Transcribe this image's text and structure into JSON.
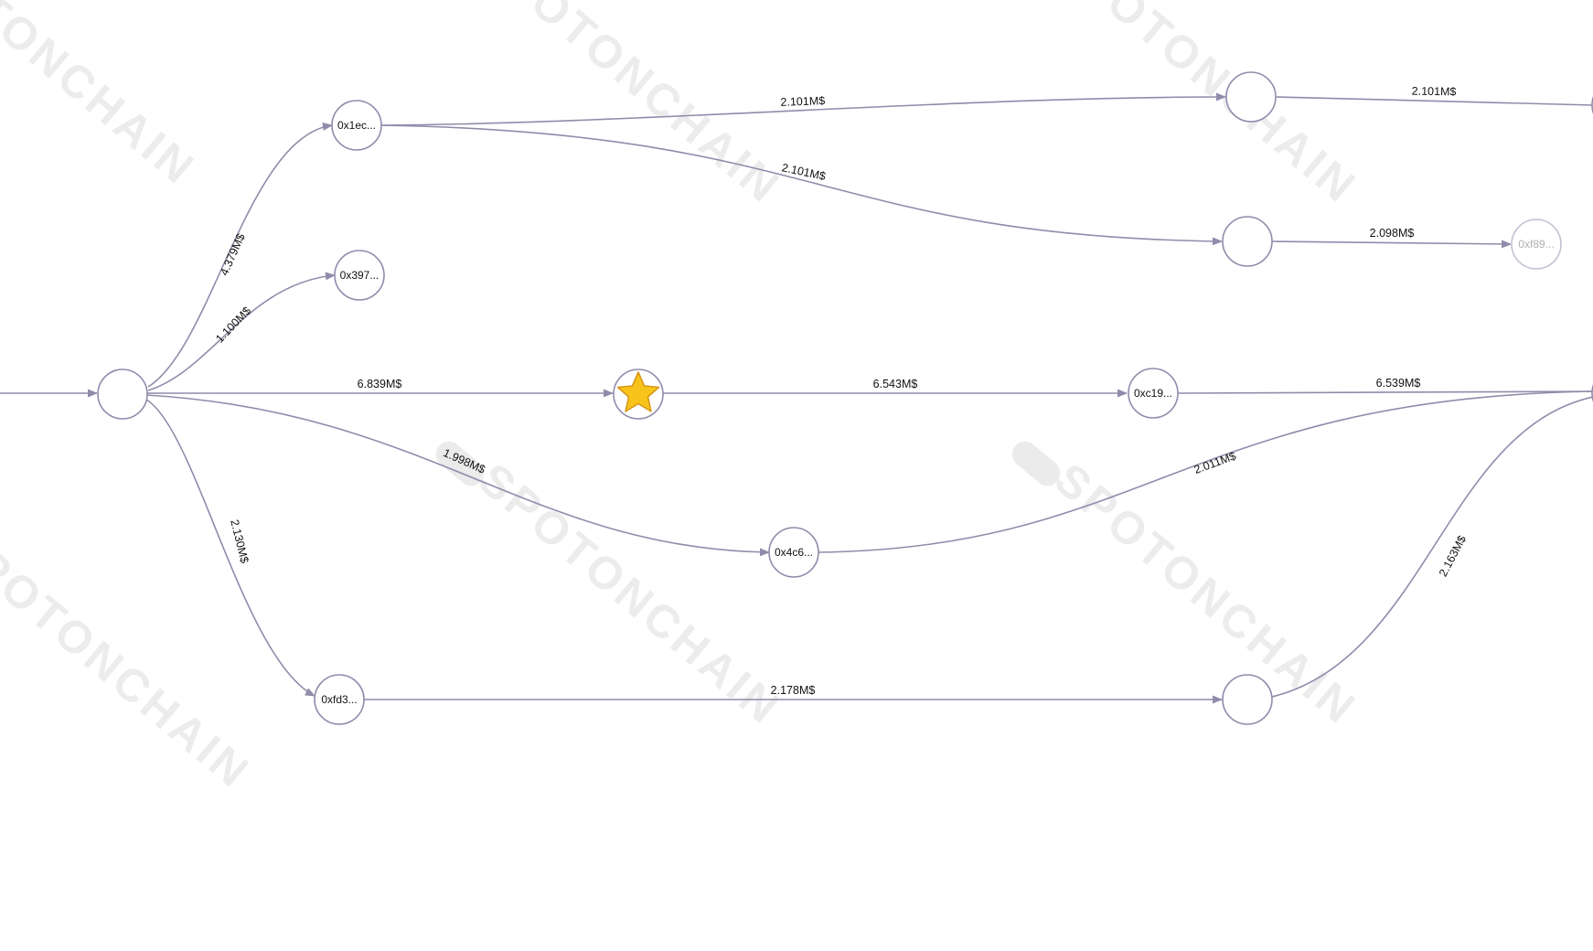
{
  "watermark": {
    "text": "SPOTONCHAIN"
  },
  "colors": {
    "edge": "#8f8cab",
    "node_stroke": "#8f8cab",
    "star_fill": "#f8c41b",
    "star_stroke": "#d8961a"
  },
  "nodes": [
    {
      "id": "n0",
      "label": ""
    },
    {
      "id": "n1",
      "label": "0x1ec..."
    },
    {
      "id": "n2",
      "label": "0x397..."
    },
    {
      "id": "n3",
      "label": "",
      "icon": "star-icon"
    },
    {
      "id": "n4",
      "label": "0x4c6..."
    },
    {
      "id": "n5",
      "label": "0xfd3..."
    },
    {
      "id": "n6",
      "label": "0xc19..."
    },
    {
      "id": "n7",
      "label": ""
    },
    {
      "id": "n8",
      "label": ""
    },
    {
      "id": "n9",
      "label": ""
    },
    {
      "id": "n10",
      "label": "0xf89...",
      "faded": true
    }
  ],
  "edges": [
    {
      "from": "n0",
      "to": "n1",
      "label": "4.379M$"
    },
    {
      "from": "n0",
      "to": "n2",
      "label": "1.100M$"
    },
    {
      "from": "n0",
      "to": "n3",
      "label": "6.839M$"
    },
    {
      "from": "n0",
      "to": "n4",
      "label": "1.998M$"
    },
    {
      "from": "n0",
      "to": "n5",
      "label": "2.130M$"
    },
    {
      "from": "n1",
      "to": "n7",
      "label": "2.101M$"
    },
    {
      "from": "n1",
      "to": "n8",
      "label": "2.101M$"
    },
    {
      "from": "n7",
      "to": "right-edge-top",
      "label": "2.101M$"
    },
    {
      "from": "n8",
      "to": "n10",
      "label": "2.098M$"
    },
    {
      "from": "n3",
      "to": "n6",
      "label": "6.543M$"
    },
    {
      "from": "n6",
      "to": "right-edge-mid",
      "label": "6.539M$"
    },
    {
      "from": "n4",
      "to": "right-edge-mid",
      "label": "2.011M$"
    },
    {
      "from": "n5",
      "to": "n9",
      "label": "2.178M$"
    },
    {
      "from": "n9",
      "to": "right-edge-mid",
      "label": "2.163M$"
    },
    {
      "from": "left-edge",
      "to": "n0",
      "label": ""
    }
  ]
}
